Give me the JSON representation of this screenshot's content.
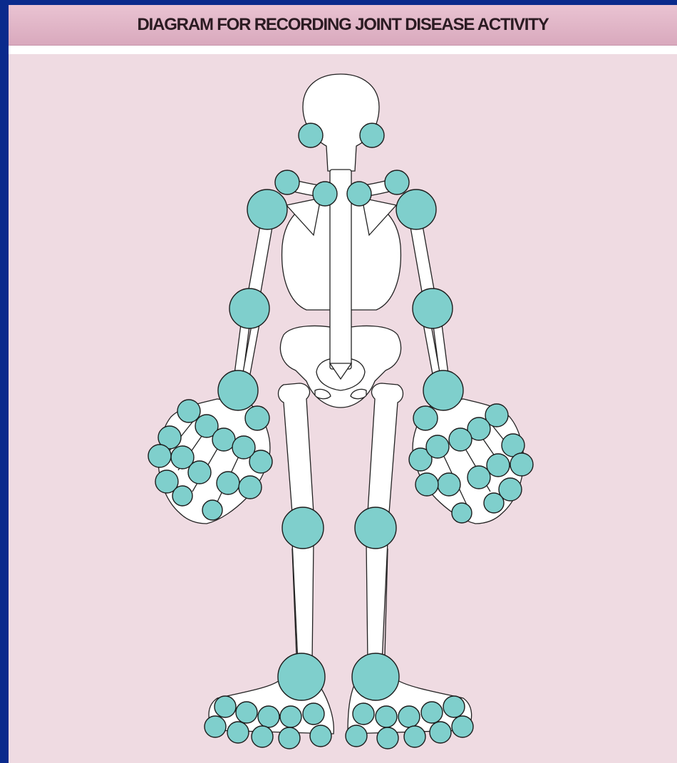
{
  "header": {
    "title": "DIAGRAM FOR RECORDING JOINT DISEASE ACTIVITY"
  },
  "colors": {
    "frame": "#0a2a8c",
    "panel_background": "#efdbe2",
    "header_background": "#dcafc1",
    "bone_fill": "#ffffff",
    "joint_fill": "#7fcfcc",
    "outline": "#1c1c1c"
  },
  "joint_groups": [
    "temporomandibular",
    "sternoclavicular",
    "acromioclavicular",
    "shoulder",
    "elbow",
    "wrist",
    "hand-mcp",
    "hand-pip",
    "hand-dip",
    "knee",
    "ankle",
    "foot-mtp",
    "foot-ip"
  ]
}
